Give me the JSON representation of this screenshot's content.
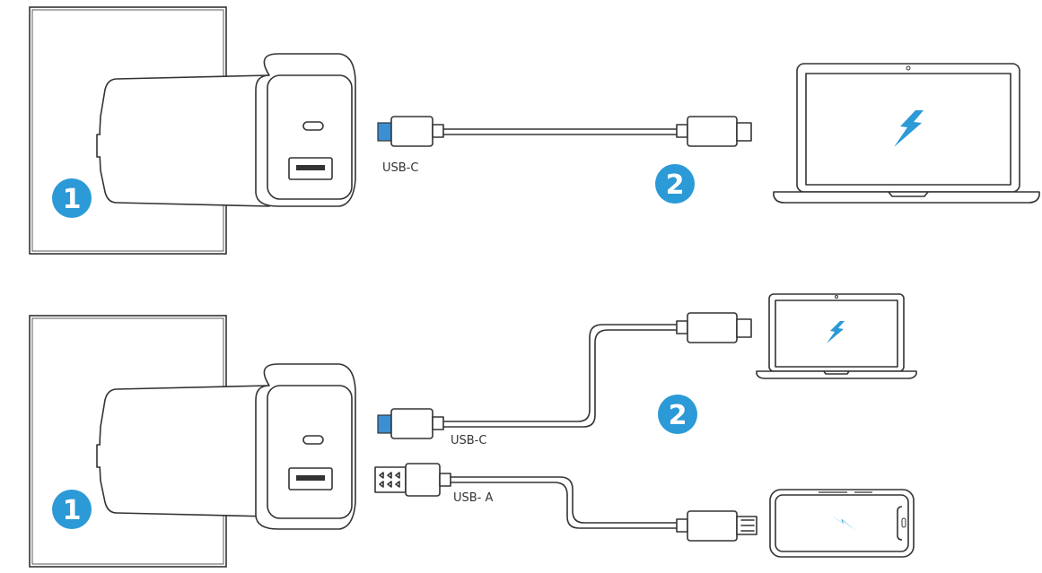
{
  "colors": {
    "accent": "#2b9ad6",
    "line": "#333333",
    "plug_tip": "#3a8fd4",
    "background": "#ffffff"
  },
  "scenario_top": {
    "step1": "1",
    "step2": "2",
    "cable_label": "USB-C",
    "device": "laptop-icon"
  },
  "scenario_bottom": {
    "step1": "1",
    "step2": "2",
    "usb_c_label": "USB-C",
    "usb_a_label": "USB- A",
    "device_top": "laptop-icon",
    "device_bottom": "phone-icon"
  }
}
